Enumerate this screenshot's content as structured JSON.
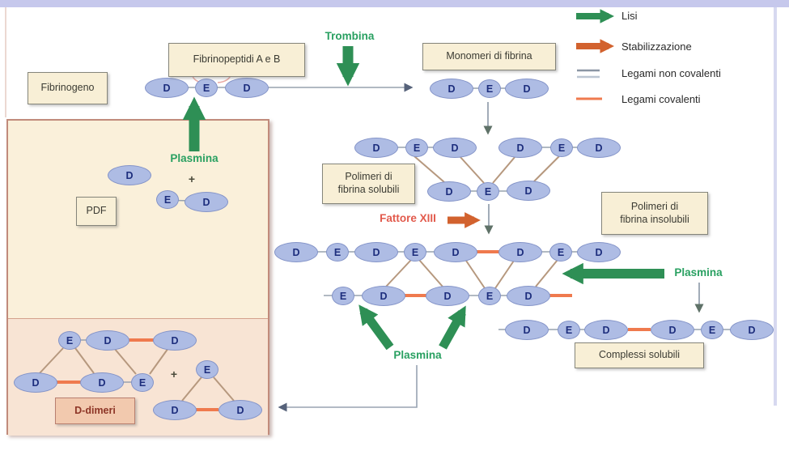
{
  "legend": {
    "lisi": "Lisi",
    "stabilizzazione": "Stabilizzazione",
    "non_covalenti": "Legami non covalenti",
    "covalenti": "Legami covalenti"
  },
  "labels": {
    "fibrinogeno": "Fibrinogeno",
    "fibrinopeptidi": "Fibrinopeptidi A e B",
    "trombina": "Trombina",
    "monomeri": "Monomeri di fibrina",
    "plasmina_left": "Plasmina",
    "plasmina_bottom": "Plasmina",
    "plasmina_right": "Plasmina",
    "pdf": "PDF",
    "polimeri_solubili_1": "Polimeri di",
    "polimeri_solubili_2": "fibrina solubili",
    "fattore_xiii": "Fattore XIII",
    "polimeri_insolubili_1": "Polimeri di",
    "polimeri_insolubili_2": "fibrina insolubili",
    "complessi": "Complessi solubili",
    "d_dimeri": "D-dimeri",
    "plus": "+"
  },
  "structures": {
    "fibrinogeno": [
      "D",
      "E",
      "D"
    ],
    "monomero": [
      "D",
      "E",
      "D"
    ],
    "sol_top": [
      "D",
      "E",
      "D",
      "D",
      "E",
      "D"
    ],
    "sol_bot": [
      "D",
      "E",
      "D"
    ],
    "ins_top": [
      "D",
      "E",
      "D",
      "E",
      "D",
      "D",
      "E",
      "D"
    ],
    "ins_bot": [
      "E",
      "D",
      "D",
      "E",
      "D"
    ],
    "complessi": [
      "D",
      "E",
      "D",
      "D",
      "E",
      "D"
    ],
    "pdf": [
      "D",
      "E",
      "D"
    ],
    "dim_top": [
      "E",
      "D",
      "D"
    ],
    "dim_bot": [
      "D",
      "D",
      "E"
    ],
    "tri": [
      "E",
      "D",
      "D"
    ]
  },
  "colors": {
    "lysis_green": "#2e8f55",
    "green_text": "#29a061",
    "stabilization_orange": "#d2622e",
    "covalent_orange": "#ef7a4e",
    "noncovalent_gray": "#97a2ae",
    "oval_fill": "#aebce4",
    "oval_border": "#8494c8",
    "letter_blue": "#1d2e7d",
    "fattore_red": "#e25a4c",
    "top_bar": "#c6c8ec"
  }
}
